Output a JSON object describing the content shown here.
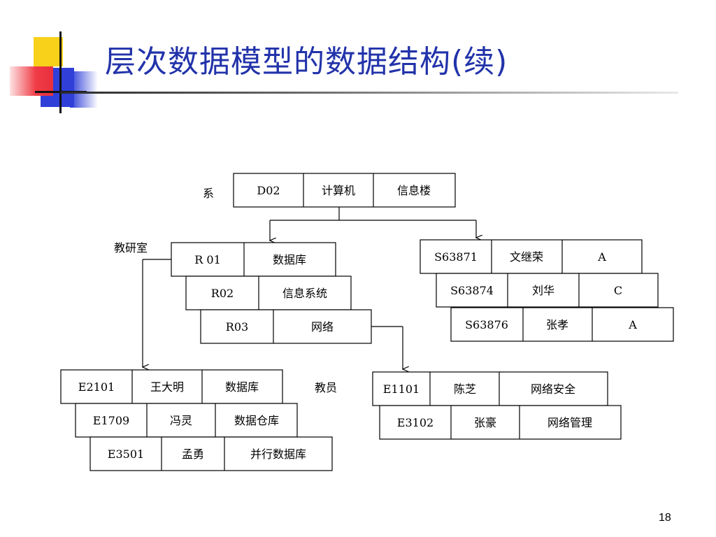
{
  "slide": {
    "title": "层次数据模型的数据结构(续)",
    "page_number": "18"
  },
  "diagram": {
    "labels": {
      "dept": "系",
      "lab": "教研室",
      "staff": "教员"
    },
    "dept_record": [
      "D02",
      "计算机",
      "信息楼"
    ],
    "lab_records": [
      [
        "R 01",
        "数据库"
      ],
      [
        "R02",
        "信息系统"
      ],
      [
        "R03",
        "网络"
      ]
    ],
    "student_records": [
      [
        "S63871",
        "文继荣",
        "A"
      ],
      [
        "S63874",
        "刘华",
        "C"
      ],
      [
        "S63876",
        "张孝",
        "A"
      ]
    ],
    "staff_r01": [
      [
        "E2101",
        "王大明",
        "数据库"
      ],
      [
        "E1709",
        "冯灵",
        "数据仓库"
      ],
      [
        "E3501",
        "孟勇",
        "并行数据库"
      ]
    ],
    "staff_r03": [
      [
        "E1101",
        "陈芝",
        "网络安全"
      ],
      [
        "E3102",
        "张豪",
        "网络管理"
      ]
    ]
  }
}
